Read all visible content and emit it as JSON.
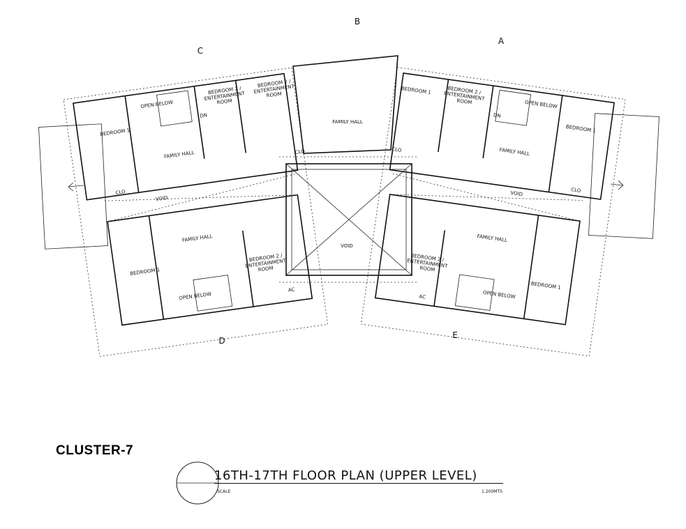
{
  "wings": [
    "A",
    "B",
    "C",
    "D",
    "E"
  ],
  "rooms": {
    "bedroom1": "BEDROOM 1",
    "bedroom2_l1": "BEDROOM 2 /",
    "bedroom2_l2": "ENTERTAINMENT",
    "bedroom2_l3": "ROOM",
    "family_hall": "FAMILY HALL",
    "open_below": "OPEN BELOW",
    "void": "VOID",
    "closet": "CLO",
    "down": "DN",
    "ac": "AC"
  },
  "cluster_label": "CLUSTER-7",
  "title": "16TH-17TH FLOOR PLAN (UPPER LEVEL)",
  "scale_label": "SCALE",
  "scale_ratio": "1:200MTS"
}
